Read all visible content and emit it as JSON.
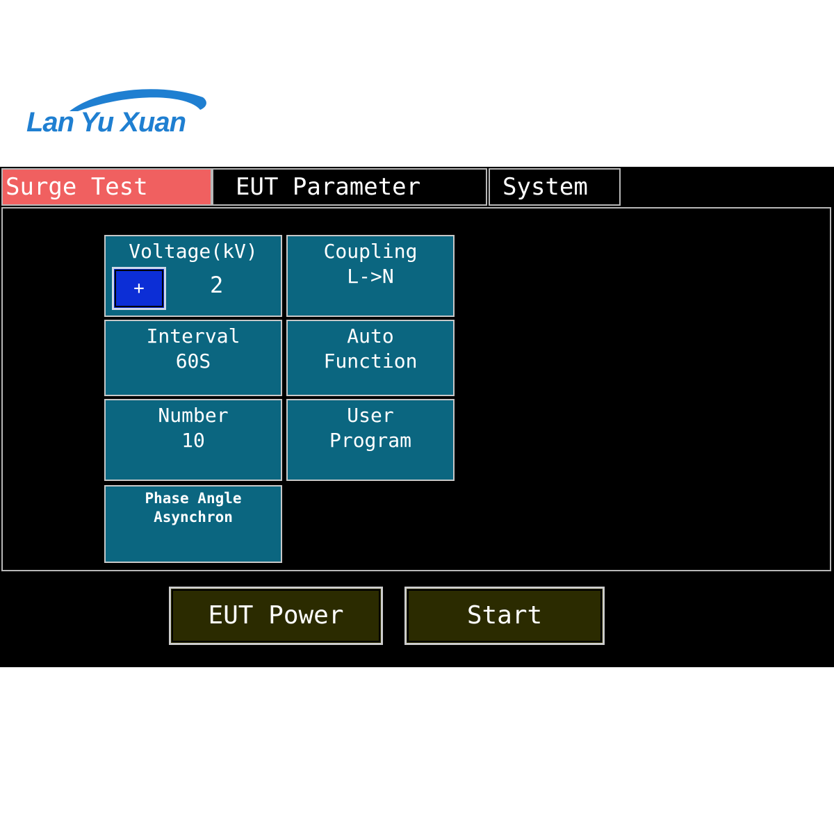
{
  "brand": {
    "name": "Lan Yu Xuan",
    "color": "#1f7fd1"
  },
  "tabs": [
    {
      "label": "Surge Test",
      "active": true
    },
    {
      "label": "EUT Parameter",
      "active": false
    },
    {
      "label": "System",
      "active": false
    }
  ],
  "tiles": {
    "voltage": {
      "label": "Voltage(kV)",
      "plus": "+",
      "value": "2"
    },
    "coupling": {
      "line1": "Coupling",
      "line2": "L->N"
    },
    "interval": {
      "line1": "Interval",
      "line2": "60S"
    },
    "auto": {
      "line1": "Auto",
      "line2": "Function"
    },
    "number": {
      "line1": "Number",
      "line2": "10"
    },
    "user": {
      "line1": "User",
      "line2": "Program"
    },
    "phase": {
      "line1": "Phase Angle",
      "line2": "Asynchron"
    }
  },
  "buttons": {
    "eut_power": "EUT Power",
    "start": "Start"
  },
  "colors": {
    "screen_bg": "#000000",
    "tile_bg": "#0b6680",
    "active_tab": "#f06060",
    "plus_button": "#0c2ed6",
    "bottom_button": "#2b2b00"
  }
}
